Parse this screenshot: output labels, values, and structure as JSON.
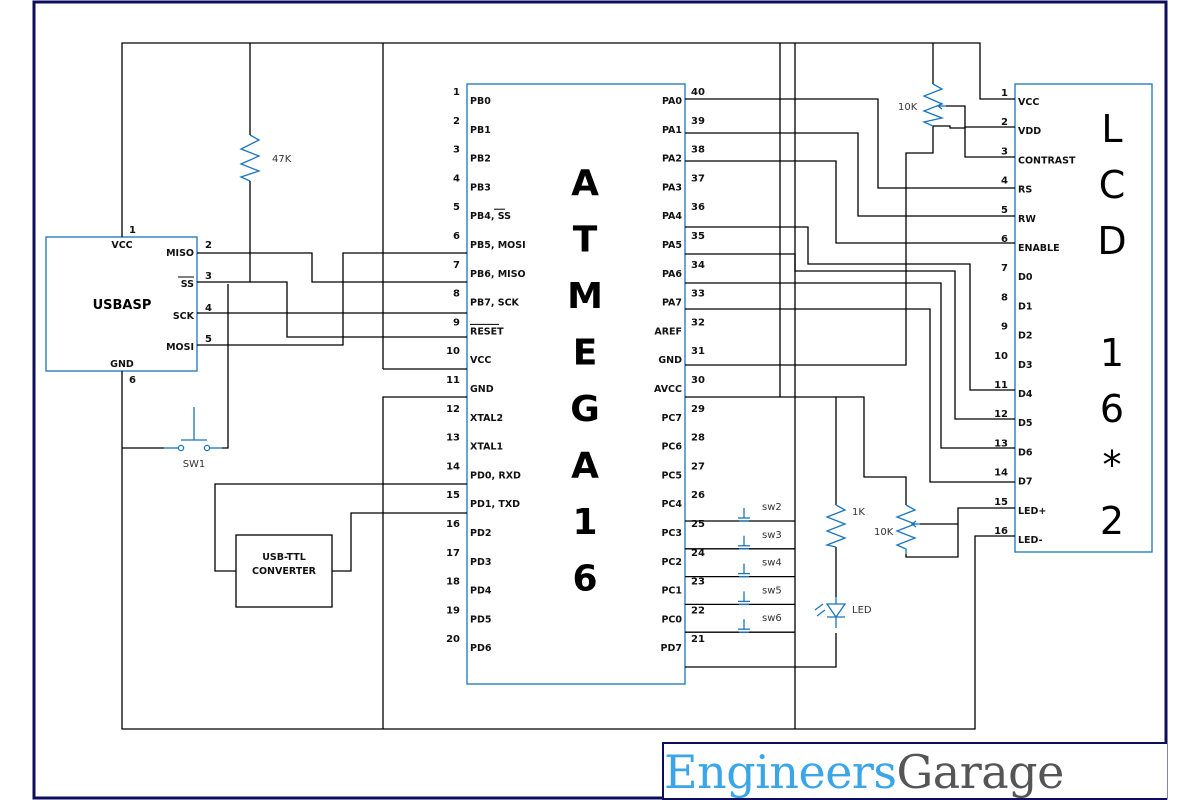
{
  "usbasp": {
    "title": "USBASP",
    "pins": [
      {
        "num": "1",
        "name": "VCC"
      },
      {
        "num": "2",
        "name": "MISO"
      },
      {
        "num": "3",
        "name": "SS"
      },
      {
        "num": "4",
        "name": "SCK"
      },
      {
        "num": "5",
        "name": "MOSI"
      },
      {
        "num": "6",
        "name": "GND"
      }
    ]
  },
  "resistor_47k": "47K",
  "sw1": "SW1",
  "usb_ttl": {
    "line1": "USB-TTL",
    "line2": "CONVERTER"
  },
  "mcu": {
    "title_letters": [
      "A",
      "T",
      "M",
      "E",
      "G",
      "A",
      "1",
      "6"
    ],
    "left_pins": [
      {
        "num": "1",
        "name": "PB0"
      },
      {
        "num": "2",
        "name": "PB1"
      },
      {
        "num": "3",
        "name": "PB2"
      },
      {
        "num": "4",
        "name": "PB3"
      },
      {
        "num": "5",
        "name": "PB4, SS"
      },
      {
        "num": "6",
        "name": "PB5, MOSI"
      },
      {
        "num": "7",
        "name": "PB6, MISO"
      },
      {
        "num": "8",
        "name": "PB7, SCK"
      },
      {
        "num": "9",
        "name": "RESET"
      },
      {
        "num": "10",
        "name": "VCC"
      },
      {
        "num": "11",
        "name": "GND"
      },
      {
        "num": "12",
        "name": "XTAL2"
      },
      {
        "num": "13",
        "name": "XTAL1"
      },
      {
        "num": "14",
        "name": "PD0, RXD"
      },
      {
        "num": "15",
        "name": "PD1, TXD"
      },
      {
        "num": "16",
        "name": "PD2"
      },
      {
        "num": "17",
        "name": "PD3"
      },
      {
        "num": "18",
        "name": "PD4"
      },
      {
        "num": "19",
        "name": "PD5"
      },
      {
        "num": "20",
        "name": "PD6"
      }
    ],
    "right_pins": [
      {
        "num": "40",
        "name": "PA0"
      },
      {
        "num": "39",
        "name": "PA1"
      },
      {
        "num": "38",
        "name": "PA2"
      },
      {
        "num": "37",
        "name": "PA3"
      },
      {
        "num": "36",
        "name": "PA4"
      },
      {
        "num": "35",
        "name": "PA5"
      },
      {
        "num": "34",
        "name": "PA6"
      },
      {
        "num": "33",
        "name": "PA7"
      },
      {
        "num": "32",
        "name": "AREF"
      },
      {
        "num": "31",
        "name": "GND"
      },
      {
        "num": "30",
        "name": "AVCC"
      },
      {
        "num": "29",
        "name": "PC7"
      },
      {
        "num": "28",
        "name": "PC6"
      },
      {
        "num": "27",
        "name": "PC5"
      },
      {
        "num": "26",
        "name": "PC4"
      },
      {
        "num": "25",
        "name": "PC3"
      },
      {
        "num": "24",
        "name": "PC2"
      },
      {
        "num": "23",
        "name": "PC1"
      },
      {
        "num": "22",
        "name": "PC0"
      },
      {
        "num": "21",
        "name": "PD7"
      }
    ]
  },
  "switches": [
    "sw2",
    "sw3",
    "sw4",
    "sw5",
    "sw6"
  ],
  "resistor_1k": "1K",
  "led": "LED",
  "pot_contrast": "10K",
  "pot_backlight": "10K",
  "lcd": {
    "title_letters": [
      "L",
      "C",
      "D",
      "",
      "1",
      "6",
      "*",
      "2"
    ],
    "pins": [
      {
        "num": "1",
        "name": "VCC"
      },
      {
        "num": "2",
        "name": "VDD"
      },
      {
        "num": "3",
        "name": "CONTRAST"
      },
      {
        "num": "4",
        "name": "RS"
      },
      {
        "num": "5",
        "name": "RW"
      },
      {
        "num": "6",
        "name": "ENABLE"
      },
      {
        "num": "7",
        "name": "D0"
      },
      {
        "num": "8",
        "name": "D1"
      },
      {
        "num": "9",
        "name": "D2"
      },
      {
        "num": "10",
        "name": "D3"
      },
      {
        "num": "11",
        "name": "D4"
      },
      {
        "num": "12",
        "name": "D5"
      },
      {
        "num": "13",
        "name": "D6"
      },
      {
        "num": "14",
        "name": "D7"
      },
      {
        "num": "15",
        "name": "LED+"
      },
      {
        "num": "16",
        "name": "LED-"
      }
    ]
  },
  "logo": {
    "part1": "Engineers",
    "part2": "Garage",
    "color1": "#3aa6e8",
    "color2": "#555555"
  }
}
